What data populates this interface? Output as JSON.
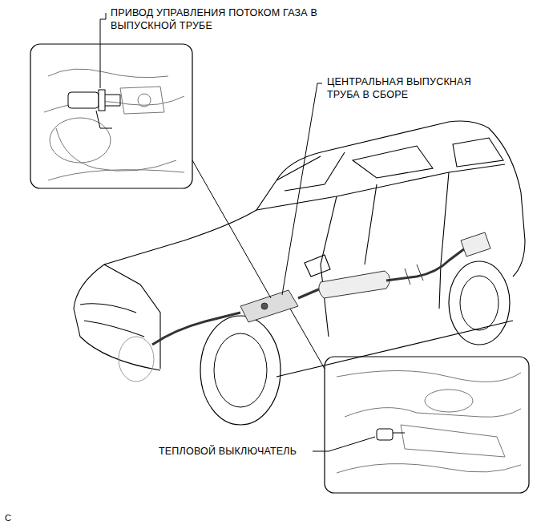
{
  "diagram": {
    "labels": [
      "ПРИВОД УПРАВЛЕНИЯ ПОТОКОМ ГАЗА В ВЫПУСКНОЙ ТРУБЕ",
      "ЦЕНТРАЛЬНАЯ ВЫПУСКНАЯ ТРУБА В СБОРЕ",
      "ТЕПЛОВОЙ ВЫКЛЮЧАТЕЛЬ",
      "C"
    ]
  }
}
